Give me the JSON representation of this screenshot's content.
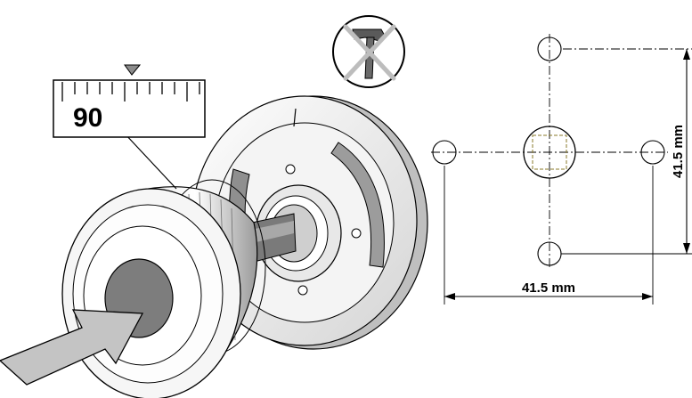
{
  "scale": {
    "reading": "90"
  },
  "drawing": {
    "horizontal_dimension": "41.5 mm",
    "vertical_dimension": "41.5 mm"
  },
  "icons": {
    "no_hammer": "no-hammer-icon",
    "insert_direction": "arrow-icon"
  },
  "colors": {
    "line": "#000000",
    "fill_light": "#f2f2f2",
    "fill_mid": "#d9d9d9",
    "fill_dark": "#8c8c8c",
    "arrow_fill": "#bdbdbd"
  }
}
